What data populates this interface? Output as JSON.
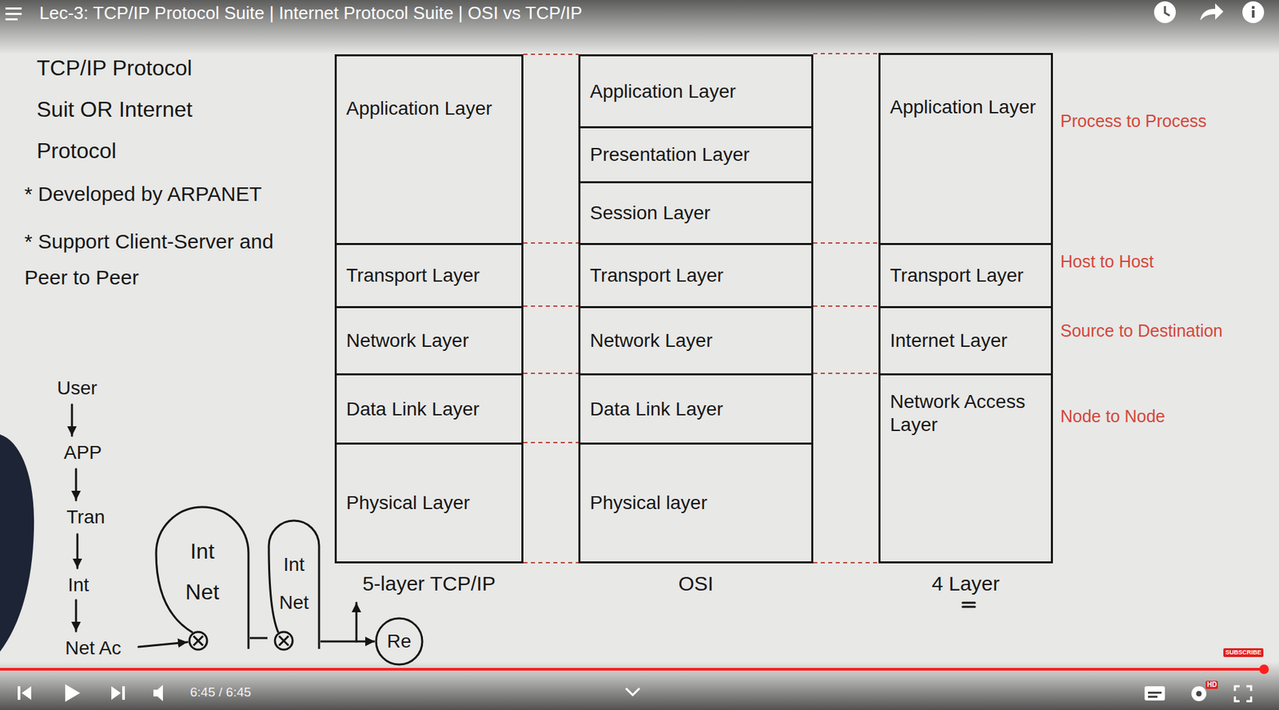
{
  "diagram": {
    "title": "Lec-3: TCP/IP Protocol Suite | Internet Protocol Suite | OSI vs TCP/IP",
    "nodes": [
      {
        "text": [
          "5-layer TCP/IP"
        ]
      },
      {
        "text": [
          "Application Layer"
        ],
        "in": 0
      },
      {
        "text": [
          "Transport Layer"
        ],
        "in": 0
      },
      {
        "text": [
          "Network Layer"
        ],
        "in": 0
      },
      {
        "text": [
          "Data Link Layer"
        ],
        "in": 0
      },
      {
        "text": [
          "Physical Layer"
        ],
        "in": 0
      },
      {
        "text": [
          "OSI"
        ]
      },
      {
        "text": [
          "Application Layer"
        ],
        "in": 6
      },
      {
        "text": [
          "Presentation Layer"
        ],
        "in": 6
      },
      {
        "text": [
          "Session Layer"
        ],
        "in": 6
      },
      {
        "text": [
          "Transport Layer"
        ],
        "in": 6
      },
      {
        "text": [
          "Network Layer"
        ],
        "in": 6
      },
      {
        "text": [
          "Data Link Layer"
        ],
        "in": 6
      },
      {
        "text": [
          "Physical layer"
        ],
        "in": 6
      },
      {
        "text": [
          "4 Layer"
        ]
      },
      {
        "text": [
          "Application Layer"
        ],
        "in": 14
      },
      {
        "text": [
          "Transport Layer"
        ],
        "in": 14
      },
      {
        "text": [
          "Internet Layer"
        ],
        "in": 14
      },
      {
        "text": [
          "Network Access Layer"
        ],
        "in": 14
      },
      {
        "text": [
          "Int",
          "Net"
        ]
      },
      {
        "text": [
          "Int",
          "Net"
        ]
      },
      {
        "text": [
          "Re"
        ]
      }
    ],
    "edges": [
      {
        "from": 19,
        "to": 20,
        "arrow": "none"
      },
      {
        "from": 20,
        "to": 21,
        "arrow": "to"
      }
    ],
    "labels": [
      "TCP/IP Protocol Suit OR Internet Protocol",
      "* Developed by ARPANET",
      "* Support Client-Server and Peer to Peer",
      "User",
      "APP",
      "Tran",
      "Int",
      "Net Ac",
      "Process to Process",
      "Host to Host",
      "Source to Destination",
      "Node to Node",
      "6:45 / 6:45",
      "SUBSCRIBE",
      "HD"
    ]
  }
}
